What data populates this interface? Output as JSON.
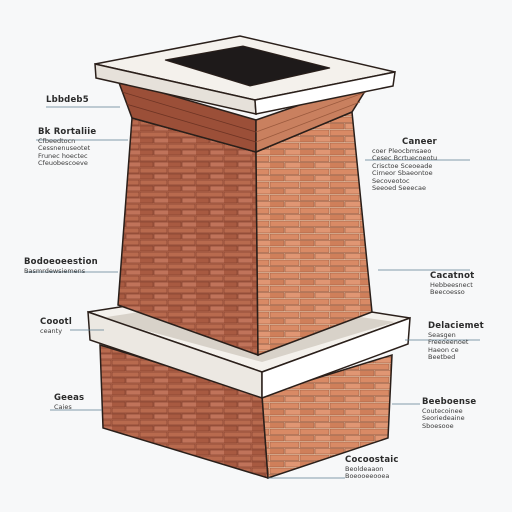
{
  "colors": {
    "background": "#f7f8f9",
    "brick_front": "#b5664b",
    "brick_side": "#d98a65",
    "brick_dark": "#8f4634",
    "mortar": "#e8c4a8",
    "cap": "#f4f1ec",
    "cap_shadow": "#c9c2b8",
    "flue": "#1e1a1a",
    "leader": "#5d7f92",
    "outline": "#2a1f1a"
  },
  "labels": {
    "top_left": {
      "title": "Lbbdeb5"
    },
    "upper_left": {
      "title": "Bk Rortaliie",
      "lines": [
        "Cfbeedtocn",
        "Cessnenuseotet",
        "Frunec hoectec",
        "Cfeuobescoeve"
      ]
    },
    "mid_left": {
      "title": "Bodoeoeestion",
      "lines": [
        "Basmrdewsiemens"
      ]
    },
    "lower_left": {
      "title": "Coootl",
      "lines": [
        "ceanty"
      ]
    },
    "base_left": {
      "title": "Geeas",
      "lines": [
        "Caies"
      ]
    },
    "top_right": {
      "title": "Caneer",
      "lines": [
        "coer Pleocbmsaeo",
        "Cesec Bcrtuecoeotu",
        "Crisctoe Sceoeade",
        "Cirneor Sbaeontoe",
        "Secoveotoc",
        "Seeoed Seeecae"
      ]
    },
    "mid_right": {
      "title": "Cacatnot",
      "lines": [
        "Hebbeesnect",
        "Beecoesso"
      ]
    },
    "lower_right": {
      "title": "Delaciemet",
      "lines": [
        "Seasgen",
        "Freeoeenoet",
        "Haeon ce",
        "Beetbed"
      ]
    },
    "base_right": {
      "title": "Beeboense",
      "lines": [
        "Coutecoinee",
        "Seoriedeaine",
        "Sboesooe"
      ]
    },
    "bottom": {
      "title": "Cocoostaic",
      "lines": [
        "Beoldeaaon",
        "Boeooeeooea"
      ]
    }
  }
}
